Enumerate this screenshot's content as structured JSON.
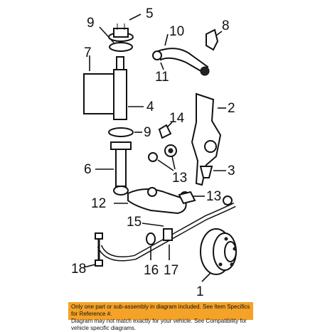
{
  "callouts": [
    "1",
    "2",
    "3",
    "4",
    "5",
    "6",
    "7",
    "8",
    "9",
    "9",
    "10",
    "11",
    "12",
    "13",
    "13",
    "14",
    "15",
    "16",
    "17",
    "18"
  ],
  "footer": {
    "line1": "Only one part or sub-assembly in diagram included. See Item Specifics for Reference #.",
    "line2": "Diagram may not match exactly for your vehicle. See Compatibility for vehicle specific diagrams."
  },
  "colors": {
    "footer_bg": "#f4a228",
    "ink": "#111111"
  }
}
